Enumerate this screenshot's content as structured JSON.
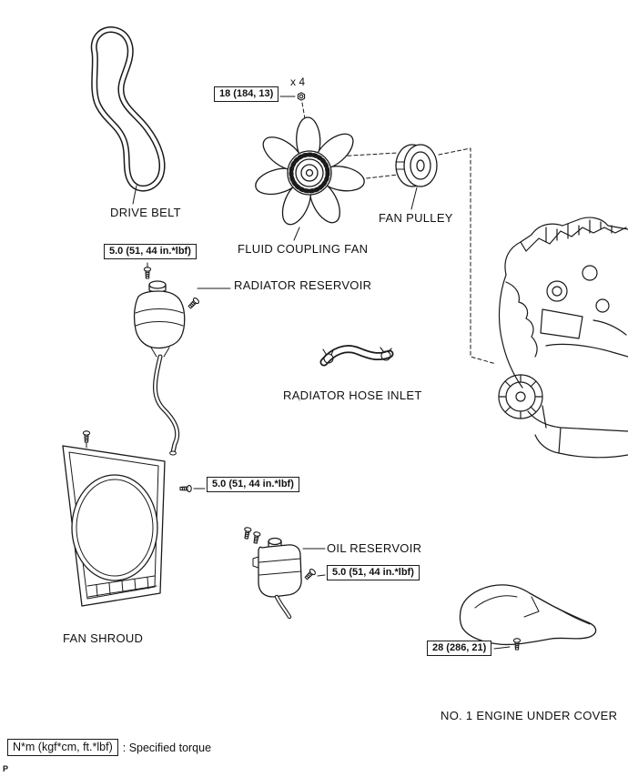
{
  "labels": {
    "drive_belt": "DRIVE BELT",
    "fluid_coupling_fan": "FLUID COUPLING FAN",
    "fan_pulley": "FAN PULLEY",
    "radiator_reservoir": "RADIATOR RESERVOIR",
    "radiator_hose_inlet": "RADIATOR HOSE INLET",
    "fan_shroud": "FAN SHROUD",
    "oil_reservoir": "OIL RESERVOIR",
    "engine_under_cover": "NO. 1 ENGINE UNDER COVER"
  },
  "torques": {
    "fan_coupling_nuts": "18 (184, 13)",
    "fan_nut_count": "x 4",
    "radiator_reservoir_bolt": "5.0 (51, 44 in.*lbf)",
    "fan_shroud_bolt": "5.0 (51, 44 in.*lbf)",
    "oil_reservoir_bolt": "5.0 (51, 44 in.*lbf)",
    "under_cover_bolt": "28 (286, 21)"
  },
  "legend": {
    "unit_box": "N*m (kgf*cm, ft.*lbf)",
    "description": ": Specified torque"
  },
  "footer": {
    "page_mark": "P"
  }
}
